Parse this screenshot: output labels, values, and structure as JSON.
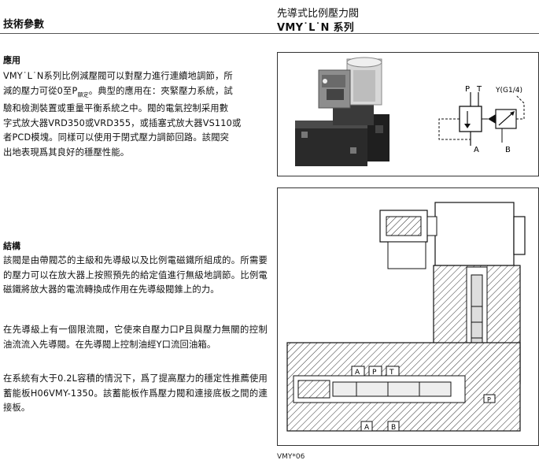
{
  "header": {
    "section_label": "技術參數",
    "title": "先導式比例壓力閥",
    "model": "VMY˙L˙N 系列"
  },
  "application": {
    "heading": "應用",
    "line1": "VMY˙L˙N系列比例減壓閥可以對壓力進行連續地調節，所",
    "line2a": "減的壓力可從0至P",
    "line2sub": "額定",
    "line2b": "。典型的應用在：夾緊壓力系統，試",
    "line3": "驗和檢測裝置或重量平衡系統之中。閥的電氣控制采用數",
    "line4": "字式放大器VRD350或VRD355，或插塞式放大器VS110或",
    "line5": "者PCD模塊。同樣可以使用于閉式壓力調節回路。該閥突",
    "line6": "出地表現爲其良好的穩壓性能。"
  },
  "structure": {
    "heading": "結構",
    "p1": "該閥是由帶閥芯的主級和先導級以及比例電磁鐵所組成的。所需要的壓力可以在放大器上按照預先的給定值進行無級地調節。比例電磁鐵將放大器的電流轉換成作用在先導級閥錐上的力。",
    "p2": "在先導級上有一個限流閥，它使來自壓力口P且與壓力無關的控制油流流入先導閥。在先導閥上控制油經Y口流回油箱。",
    "p3": "在系統有大于0.2L容積的情況下，爲了提高壓力的穩定性推薦使用蓄能板H06VMY-1350。該蓄能板作爲壓力閥和連接底板之間的連接板。"
  },
  "symbol": {
    "port_p": "P",
    "port_t": "T",
    "port_a": "A",
    "port_b": "B",
    "port_y": "Y(G1/4)"
  },
  "section_drawing": {
    "label_a": "A",
    "label_p": "P",
    "label_t": "T",
    "label_a2": "A",
    "label_b": "B",
    "label_p2": "P"
  },
  "footer": {
    "code": "VMY*06"
  }
}
